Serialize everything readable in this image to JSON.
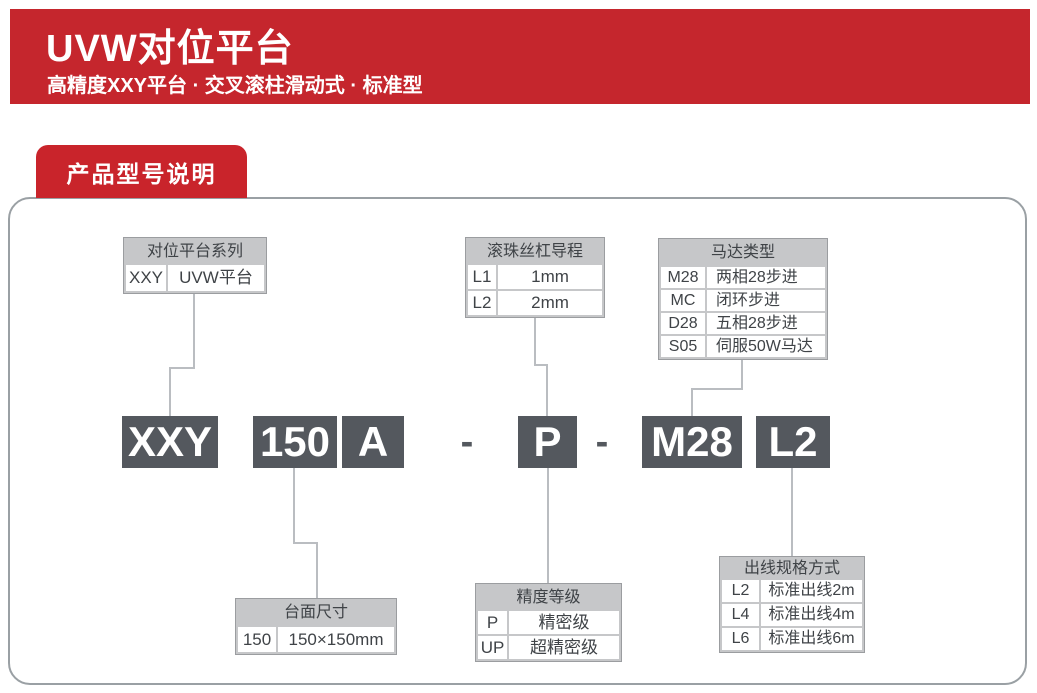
{
  "banner": {
    "title": "UVW对位平台",
    "subtitle": "高精度XXY平台 · 交叉滚柱滑动式 · 标准型"
  },
  "section_tab": "产品型号说明",
  "model_code": {
    "series": "XXY",
    "size": "150",
    "variant": "A",
    "sep": "-",
    "precision": "P",
    "motor": "M28",
    "lead": "L2"
  },
  "tables": {
    "platform_series": {
      "title": "对位平台系列",
      "rows": [
        {
          "code": "XXY",
          "desc": "UVW平台"
        }
      ]
    },
    "screw_lead": {
      "title": "滚珠丝杠导程",
      "rows": [
        {
          "code": "L1",
          "desc": "1mm"
        },
        {
          "code": "L2",
          "desc": "2mm"
        }
      ]
    },
    "motor_type": {
      "title": "马达类型",
      "rows": [
        {
          "code": "M28",
          "desc": "两相28步进"
        },
        {
          "code": "MC",
          "desc": "闭环步进"
        },
        {
          "code": "D28",
          "desc": "五相28步进"
        },
        {
          "code": "S05",
          "desc": "伺服50W马达"
        }
      ]
    },
    "table_size": {
      "title": "台面尺寸",
      "rows": [
        {
          "code": "150",
          "desc": "150×150mm"
        }
      ]
    },
    "precision_grade": {
      "title": "精度等级",
      "rows": [
        {
          "code": "P",
          "desc": "精密级"
        },
        {
          "code": "UP",
          "desc": "超精密级"
        }
      ]
    },
    "cable_spec": {
      "title": "出线规格方式",
      "rows": [
        {
          "code": "L2",
          "desc": "标准出线2m"
        },
        {
          "code": "L4",
          "desc": "标准出线4m"
        },
        {
          "code": "L6",
          "desc": "标准出线6m"
        }
      ]
    }
  },
  "colors": {
    "brand_red": "#c5262d",
    "tab_red": "#c9242b",
    "box_dark": "#54585e",
    "table_gray": "#c6c7c9",
    "border_gray": "#9b9da0",
    "panel_border": "#9aa0a4",
    "connector_gray": "#babdc1",
    "text_dark": "#3f4347"
  }
}
